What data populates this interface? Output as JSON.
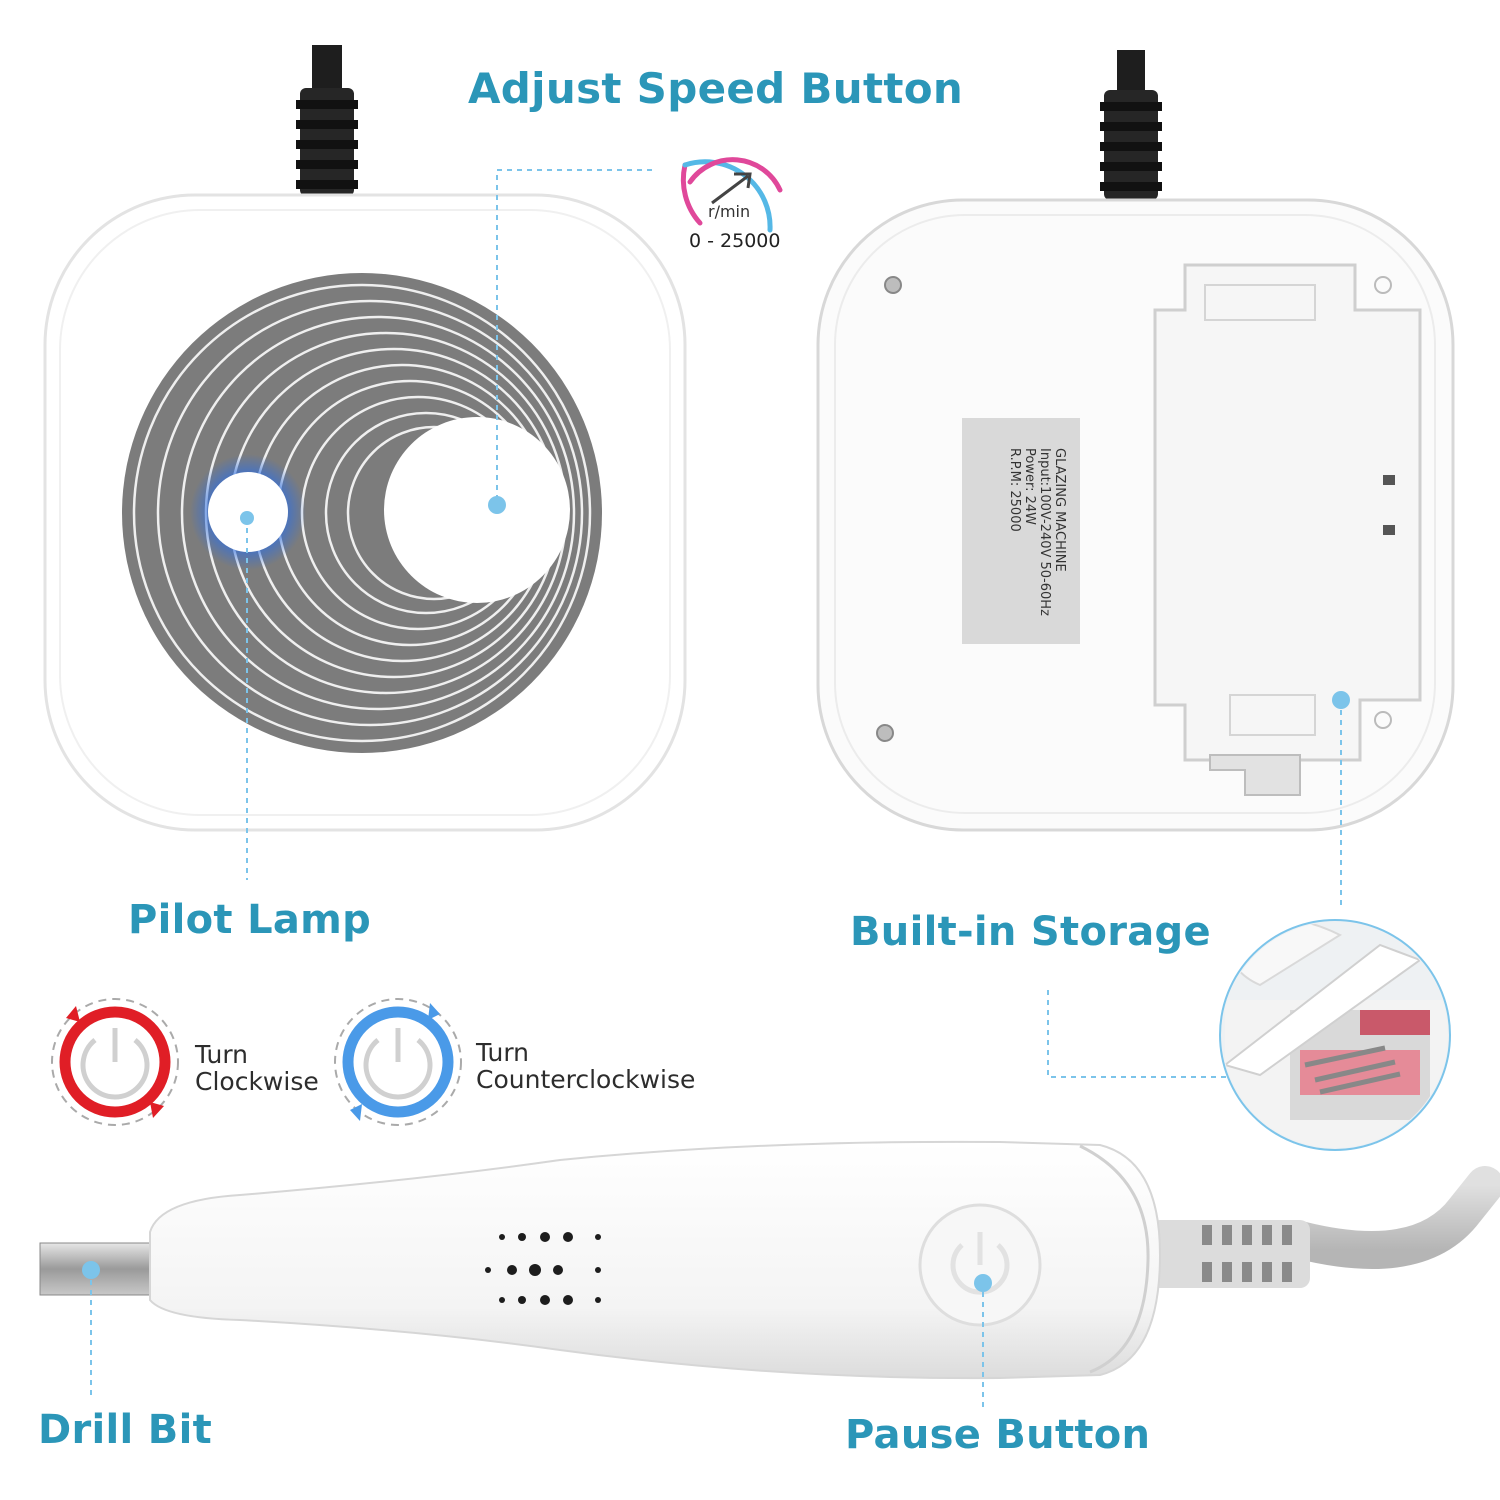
{
  "labels": {
    "adjust_speed": "Adjust Speed Button",
    "pilot_lamp": "Pilot Lamp",
    "built_in_storage": "Built-in Storage",
    "drill_bit": "Drill Bit",
    "pause_button": "Pause Button"
  },
  "speed_badge": {
    "unit": "r/min",
    "range": "0 - 25000"
  },
  "directions": {
    "clockwise_line1": "Turn",
    "clockwise_line2": "Clockwise",
    "counter_line1": "Turn",
    "counter_line2": "Counterclockwise"
  },
  "spec_label": {
    "line1": "GLAZING MACHINE",
    "line2": "Input:100V-240V 50-60Hz",
    "line3": "Power: 24W",
    "line4": "R.P.M: 25000"
  },
  "colors": {
    "label_text": "#2b96b8",
    "callout_dot": "#7cc4ea",
    "pilot_glow": "#2f6fe0",
    "clockwise_ring": "#e01e26",
    "counter_ring": "#4a9ae8",
    "badge_pink": "#e0489a",
    "badge_blue": "#55b8e6"
  }
}
